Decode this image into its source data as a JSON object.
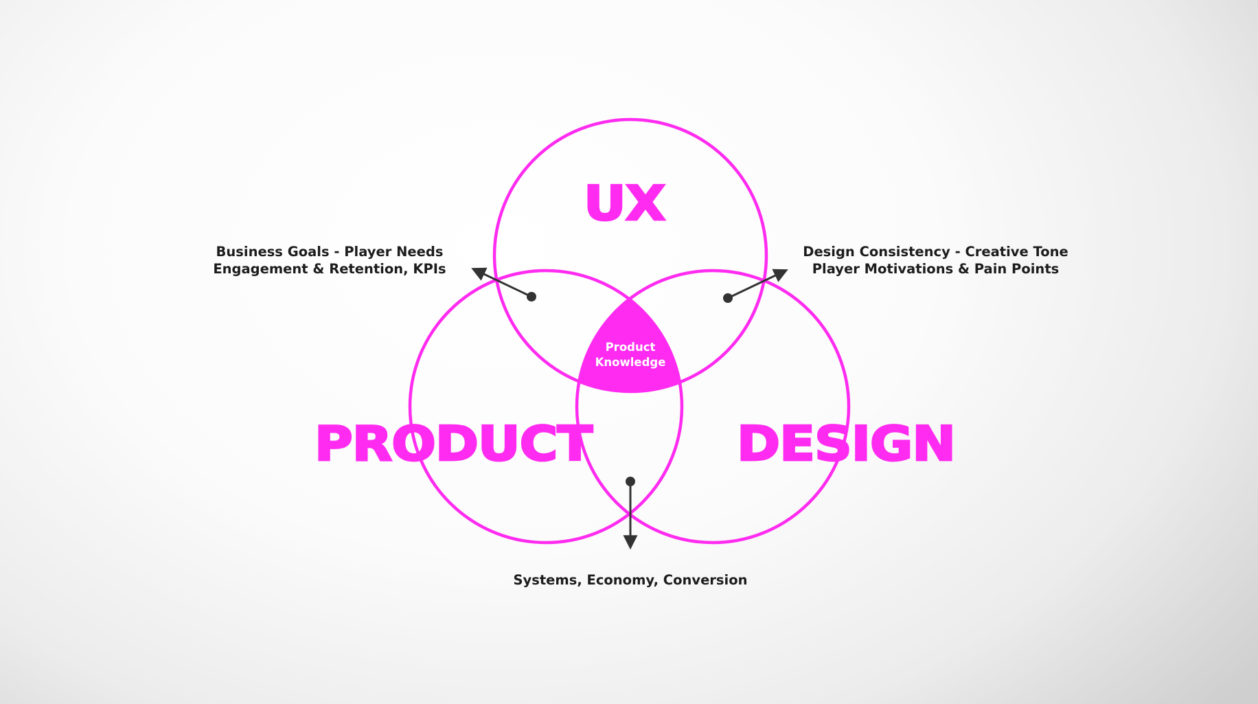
{
  "diagram": {
    "circles": [
      {
        "id": "ux",
        "label": "UX"
      },
      {
        "id": "product",
        "label": "PRODUCT"
      },
      {
        "id": "design",
        "label": "DESIGN"
      }
    ],
    "center": {
      "line1": "Product",
      "line2": "Knowledge"
    },
    "annotations": {
      "ux_product": {
        "line1": "Business Goals - Player Needs",
        "line2": "Engagement & Retention, KPIs"
      },
      "ux_design": {
        "line1": "Design Consistency - Creative Tone",
        "line2": "Player Motivations & Pain Points"
      },
      "product_design": {
        "line1": "Systems, Economy, Conversion"
      }
    },
    "colors": {
      "accent": "#ff2bf0",
      "text": "#1c1c1c",
      "arrow": "#333333"
    }
  }
}
